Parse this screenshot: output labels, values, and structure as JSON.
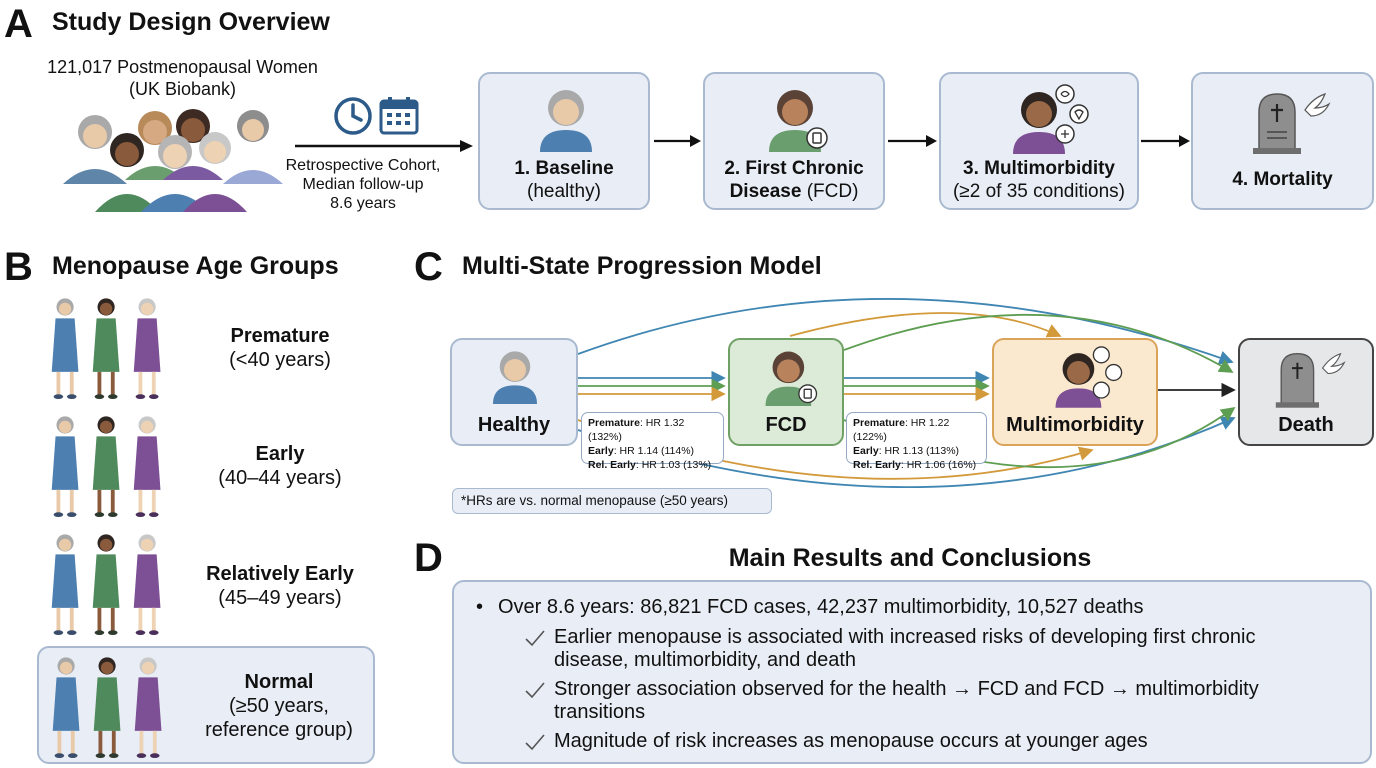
{
  "panelA": {
    "letter": "A",
    "title": "Study Design Overview",
    "population_line1": "121,017 Postmenopausal Women",
    "population_line2": "(UK Biobank)",
    "design_line1": "Retrospective Cohort,",
    "design_line2": "Median follow-up",
    "design_line3": "8.6 years",
    "stages": [
      {
        "title": "1. Baseline",
        "subtitle": "(healthy)"
      },
      {
        "title": "2. First Chronic",
        "title2": "Disease",
        "subtitle": "(FCD)"
      },
      {
        "title": "3. Multimorbidity",
        "subtitle": "(≥2 of 35 conditions)"
      },
      {
        "title": "4. Mortality"
      }
    ]
  },
  "panelB": {
    "letter": "B",
    "title": "Menopause Age Groups",
    "groups": [
      {
        "name": "Premature",
        "range": "(<40 years)"
      },
      {
        "name": "Early",
        "range": "(40–44 years)"
      },
      {
        "name": "Relatively Early",
        "range": "(45–49 years)"
      },
      {
        "name": "Normal",
        "range": "(≥50 years,",
        "range2": "reference group)"
      }
    ]
  },
  "panelC": {
    "letter": "C",
    "title": "Multi-State Progression Model",
    "states": [
      "Healthy",
      "FCD",
      "Multimorbidity",
      "Death"
    ],
    "hr_healthy_fcd": [
      {
        "label": "Premature",
        "value": "HR 1.32 (132%)"
      },
      {
        "label": "Early",
        "value": "HR 1.14 (114%)"
      },
      {
        "label": "Rel. Early",
        "value": "HR 1.03 (13%)"
      }
    ],
    "hr_fcd_multi": [
      {
        "label": "Premature",
        "value": "HR 1.22 (122%)"
      },
      {
        "label": "Early",
        "value": "HR 1.13 (113%)"
      },
      {
        "label": "Rel. Early",
        "value": "HR 1.06 (16%)"
      }
    ],
    "footnote": "*HRs are vs. normal menopause (≥50 years)",
    "colors": {
      "premature": "#3f86b3",
      "early": "#5e9e52",
      "relearly": "#d39a3c"
    }
  },
  "panelD": {
    "letter": "D",
    "title": "Main Results and Conclusions",
    "bullet": "Over 8.6 years: 86,821 FCD cases, 42,237 multimorbidity, 10,527 deaths",
    "checks": [
      {
        "line1": "Earlier menopause is associated with increased risks of developing first chronic",
        "line2": "disease, multimorbidity, and death"
      },
      {
        "line1": "Stronger association observed for the health → FCD and FCD → multimorbidity",
        "line2": "transitions"
      },
      {
        "line1": "Magnitude of risk increases as menopause occurs at younger ages"
      }
    ]
  }
}
